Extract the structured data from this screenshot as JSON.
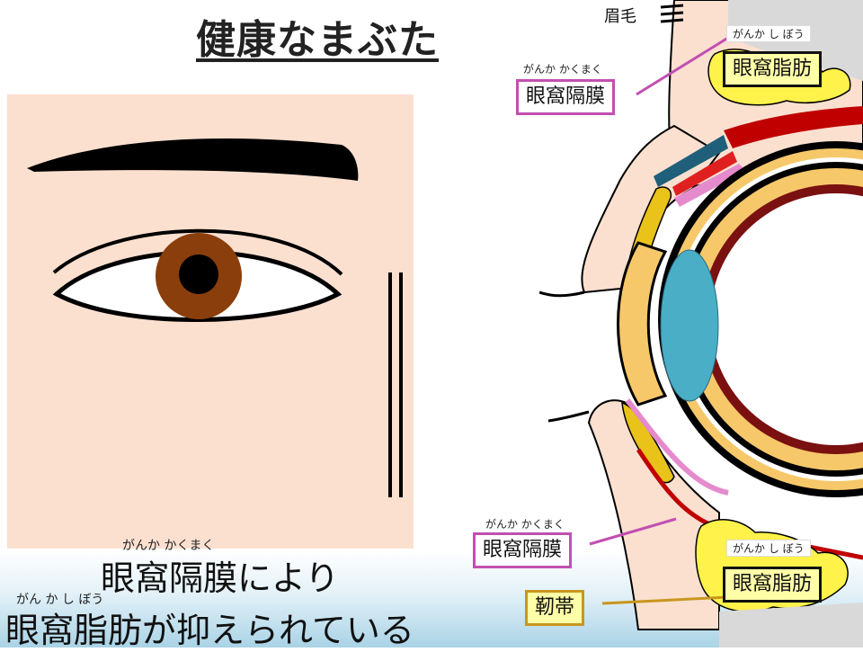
{
  "title": "健康なまぶた",
  "labels": {
    "eyebrow": "眉毛",
    "upper_septum": {
      "ruby": "がんか かくまく",
      "text": "眼窩隔膜"
    },
    "upper_fat": {
      "ruby": "がんか し ぼう",
      "text": "眼窩脂肪"
    },
    "lower_septum": {
      "ruby": "がんか かくまく",
      "text": "眼窩隔膜"
    },
    "lower_fat": {
      "ruby": "がんか し ぼう",
      "text": "眼窩脂肪"
    },
    "ligament": "靭帯"
  },
  "caption": {
    "line1_ruby": "がんか かくまく",
    "line1": "眼窩隔膜により",
    "line2_ruby": "がん か し ぼう",
    "line2": "眼窩脂肪が抑えられている"
  },
  "colors": {
    "skin": "#fbe0d0",
    "iris": "#8a3e0c",
    "lens": "#4aaec6",
    "fat": "#fff24a",
    "septum": "#e58bcd",
    "muscle": "#c00000",
    "sclera_orange": "#f6c86a",
    "tarsus": "#e9c21a"
  }
}
